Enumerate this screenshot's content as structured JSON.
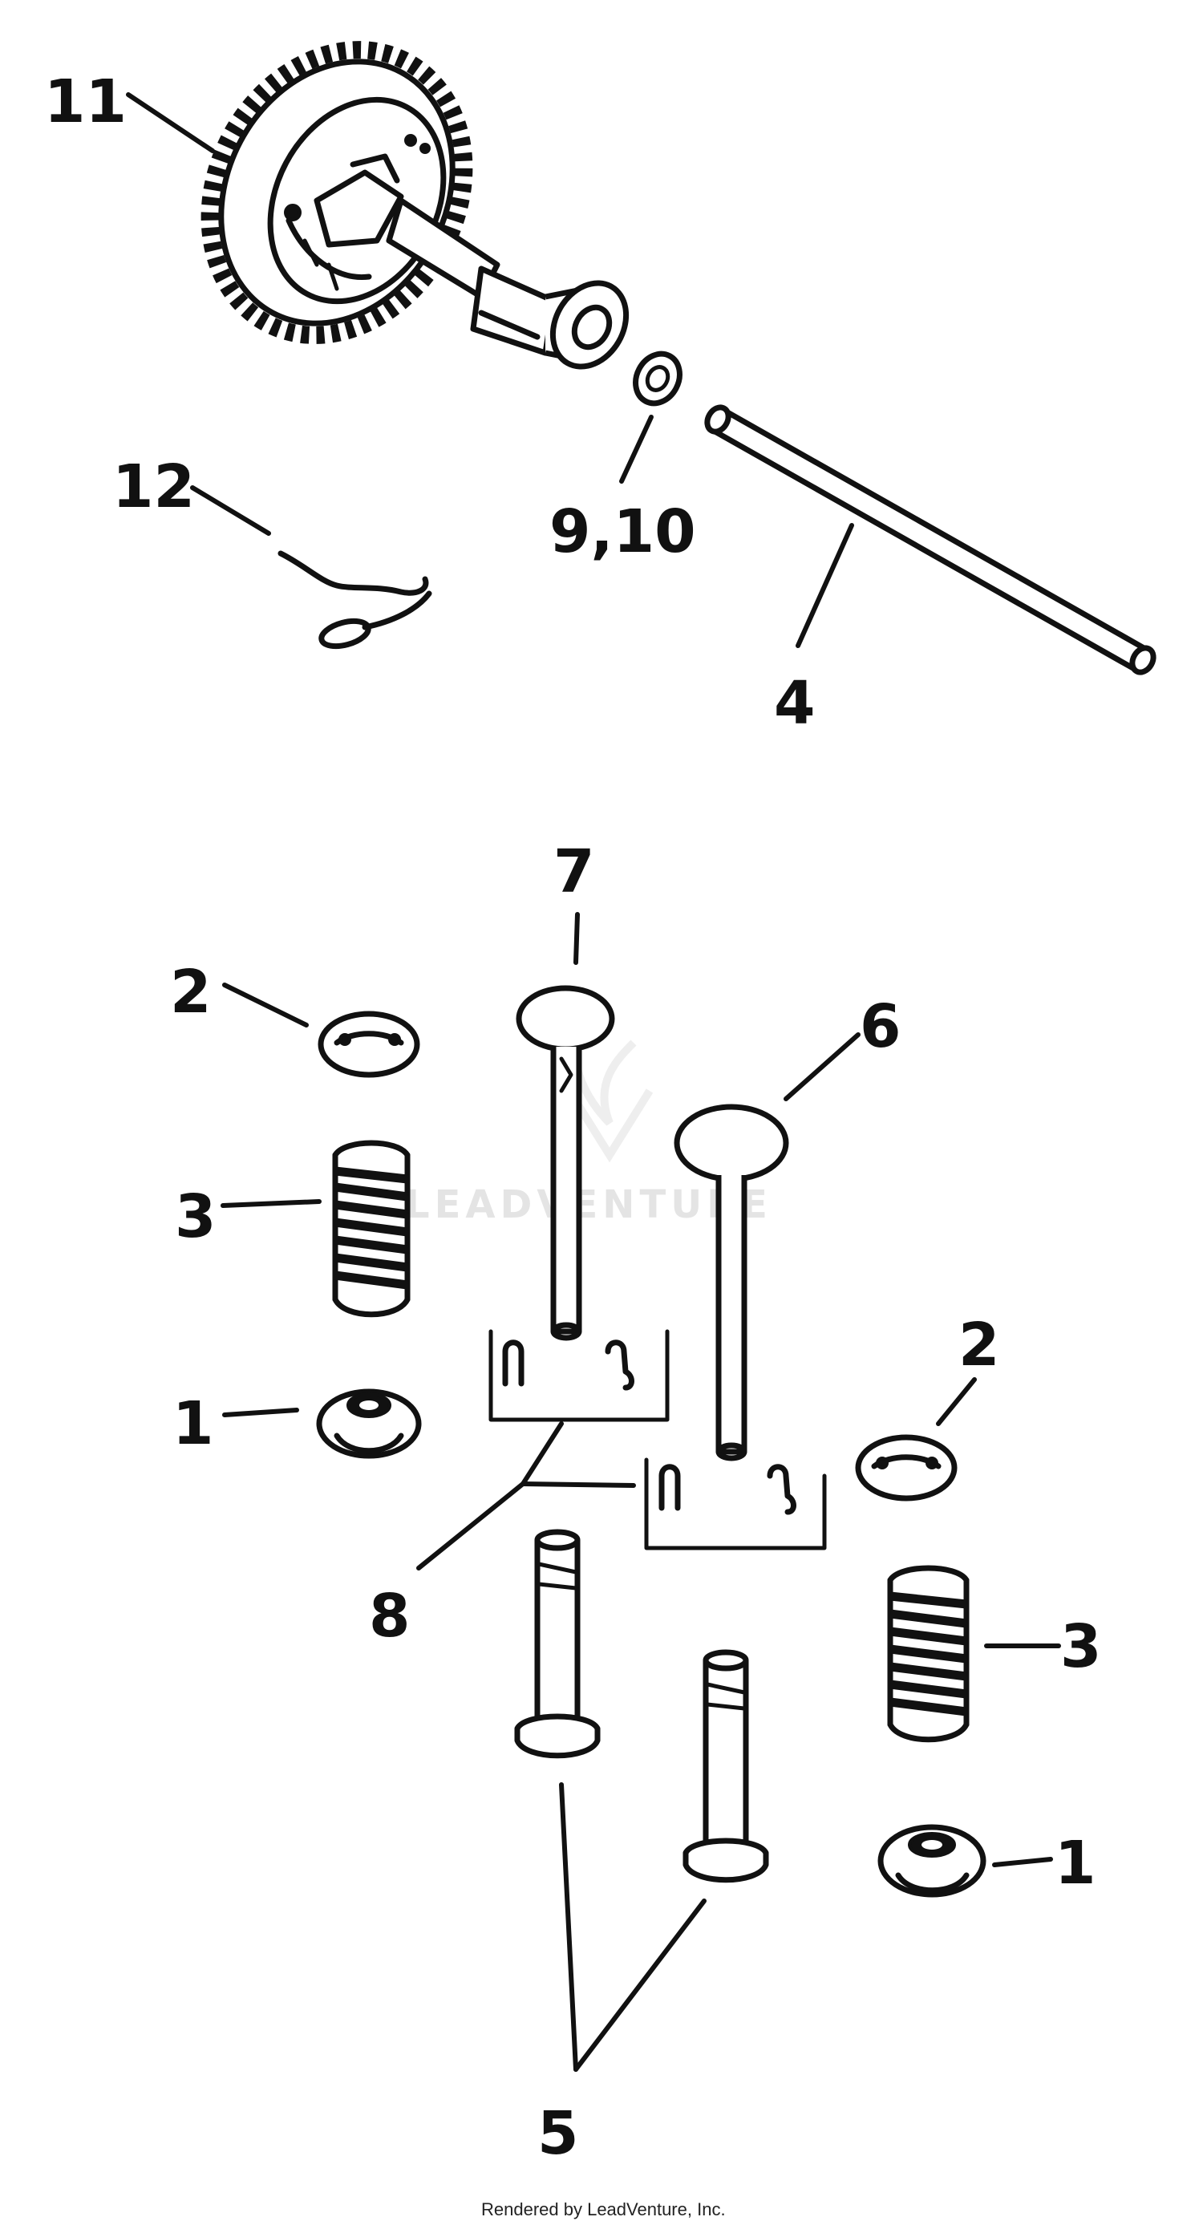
{
  "callouts": {
    "camshaft_gear": "11",
    "spring_clip": "12",
    "shim_washer": "9,10",
    "cam_pin": "4",
    "exhaust_valve": "7",
    "intake_valve": "6",
    "retainer_left": "2",
    "spring_left": "3",
    "cap_left": "1",
    "retainer_right": "2",
    "spring_right": "3",
    "cap_right": "1",
    "valve_keepers": "8",
    "tappets": "5"
  },
  "watermark": "LEADVENTURE",
  "footer": "Rendered by LeadVenture, Inc."
}
